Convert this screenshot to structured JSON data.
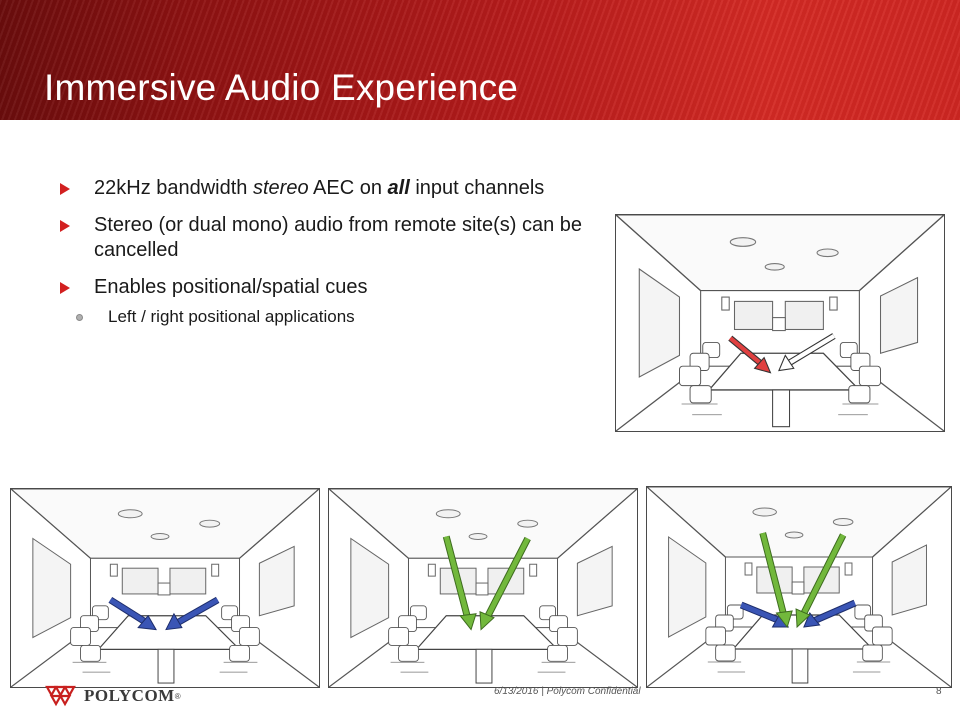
{
  "slide": {
    "title": "Immersive Audio Experience"
  },
  "bullets": [
    {
      "pre": "22kHz bandwidth ",
      "em": "stereo",
      "mid": " AEC on ",
      "strong": "all",
      "post": " input channels"
    },
    {
      "text": "Stereo (or dual mono) audio from remote site(s) can be cancelled"
    },
    {
      "text": "Enables positional/spatial cues"
    }
  ],
  "sub_bullets": [
    {
      "text": "Left / right positional applications"
    }
  ],
  "rooms": [
    {
      "id": "top",
      "arrows": [
        {
          "color": "#e04040",
          "from": "left"
        },
        {
          "color": "#ffffff",
          "from": "right"
        }
      ]
    },
    {
      "id": "bottom-1",
      "arrows": [
        {
          "color": "#3a55b5",
          "from": "left"
        },
        {
          "color": "#3a55b5",
          "from": "right"
        }
      ]
    },
    {
      "id": "bottom-2",
      "arrows": [
        {
          "color": "#72b83c",
          "from": "top-left"
        },
        {
          "color": "#72b83c",
          "from": "top-right"
        }
      ]
    },
    {
      "id": "bottom-3",
      "arrows": [
        {
          "color": "#72b83c",
          "from": "top-left"
        },
        {
          "color": "#72b83c",
          "from": "top-right"
        },
        {
          "color": "#3a55b5",
          "from": "left"
        },
        {
          "color": "#3a55b5",
          "from": "right"
        }
      ]
    }
  ],
  "footer": {
    "brand": "POLYCOM",
    "info": "6/13/2016 | Polycom Confidential",
    "page": "8"
  },
  "colors": {
    "header_red": "#b81c1c",
    "bullet_marker": "#d22020",
    "arrow_red": "#e04040",
    "arrow_blue": "#3a55b5",
    "arrow_green": "#72b83c"
  }
}
